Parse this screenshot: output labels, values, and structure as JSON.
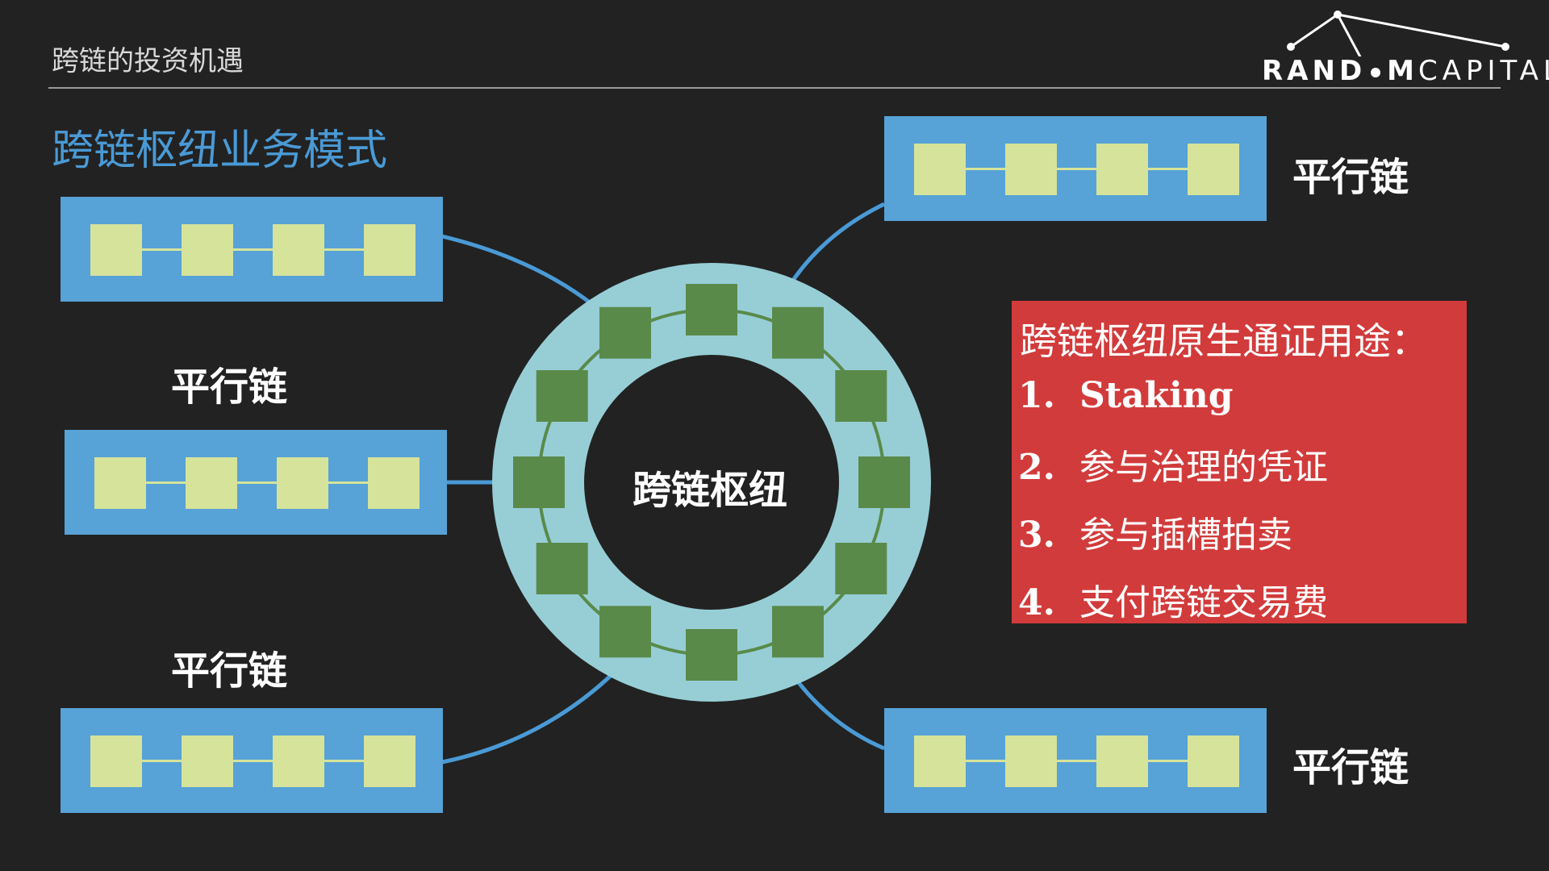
{
  "header": {
    "title": "跨链的投资机遇"
  },
  "logo": {
    "part1": "RAND",
    "part2": "M",
    "part3": "CAPITAL"
  },
  "section_title": "跨链枢纽业务模式",
  "hub": {
    "label": "跨链枢纽"
  },
  "parachain_label": "平行链",
  "labels": {
    "left_middle": "平行链",
    "left_bottom": "平行链",
    "right_top": "平行链",
    "right_bottom": "平行链"
  },
  "info": {
    "title": "跨链枢纽原生通证用途：",
    "items": [
      {
        "num": "1.",
        "text": "Staking"
      },
      {
        "num": "2.",
        "text": "参与治理的凭证"
      },
      {
        "num": "3.",
        "text": "参与插槽拍卖"
      },
      {
        "num": "4.",
        "text": "支付跨链交易费"
      }
    ]
  },
  "colors": {
    "background": "#222222",
    "chain_box": "#57a2d6",
    "block_light": "#d6e39a",
    "hub_ring": "#97ced6",
    "hub_block": "#5a8a4a",
    "info_box": "#d23b3b",
    "title_blue": "#4a9ad6"
  }
}
